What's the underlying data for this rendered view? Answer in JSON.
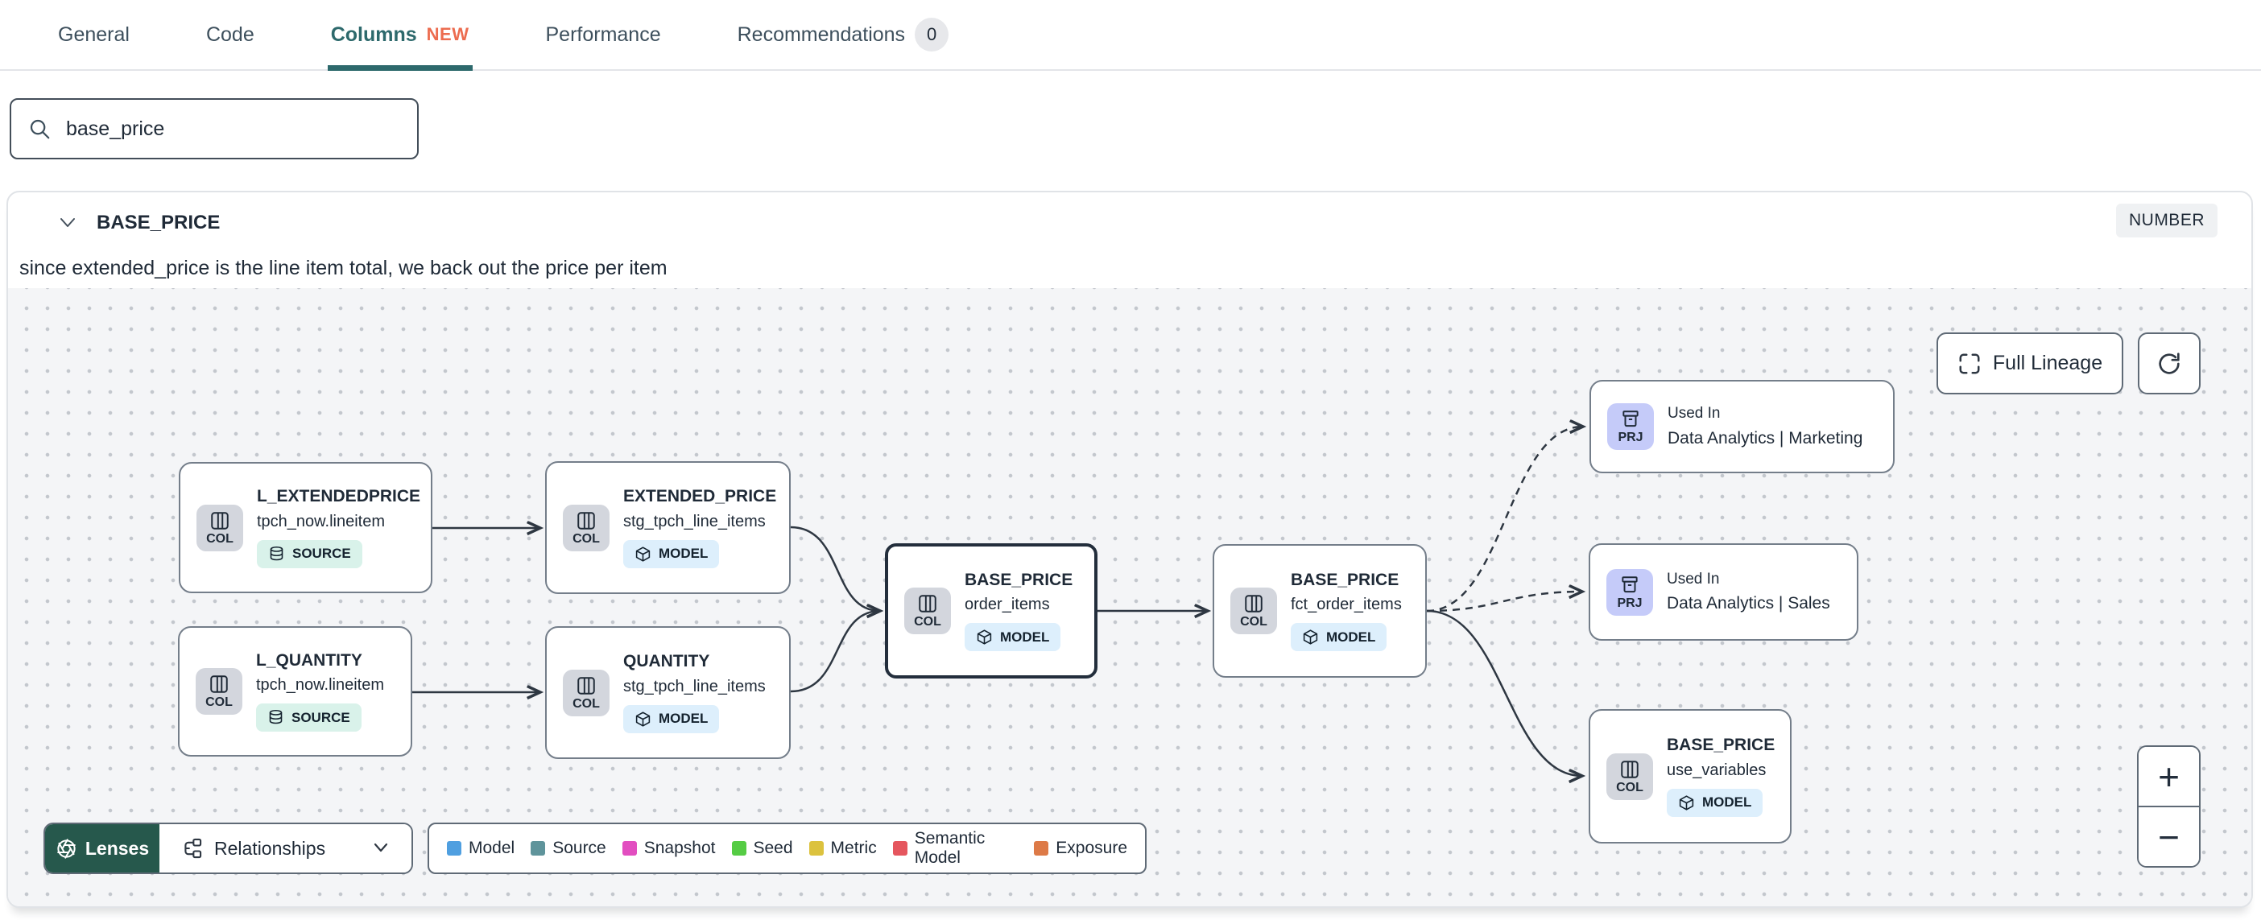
{
  "tabs": {
    "items": [
      {
        "label": "General"
      },
      {
        "label": "Code"
      },
      {
        "label": "Columns",
        "badge": "NEW"
      },
      {
        "label": "Performance"
      },
      {
        "label": "Recommendations",
        "count": "0"
      }
    ]
  },
  "search": {
    "value": "base_price"
  },
  "column_panel": {
    "name": "BASE_PRICE",
    "type": "NUMBER",
    "description": "since extended_price is the line item total, we back out the price per item"
  },
  "lineage": {
    "toolbar": {
      "full_lineage": "Full Lineage"
    },
    "controls": {
      "lenses": "Lenses",
      "relationships": "Relationships",
      "zoom_in": "+",
      "zoom_out": "−"
    },
    "nodes": [
      {
        "title": "L_EXTENDEDPRICE",
        "subtitle": "tpch_now.lineitem",
        "type_label": "COL",
        "badge": "SOURCE"
      },
      {
        "title": "EXTENDED_PRICE",
        "subtitle": "stg_tpch_line_items",
        "type_label": "COL",
        "badge": "MODEL"
      },
      {
        "title": "L_QUANTITY",
        "subtitle": "tpch_now.lineitem",
        "type_label": "COL",
        "badge": "SOURCE"
      },
      {
        "title": "QUANTITY",
        "subtitle": "stg_tpch_line_items",
        "type_label": "COL",
        "badge": "MODEL"
      },
      {
        "title": "BASE_PRICE",
        "subtitle": "order_items",
        "type_label": "COL",
        "badge": "MODEL"
      },
      {
        "title": "BASE_PRICE",
        "subtitle": "fct_order_items",
        "type_label": "COL",
        "badge": "MODEL"
      },
      {
        "title": "Used In",
        "subtitle": "Data Analytics | Marketing",
        "type_label": "PRJ"
      },
      {
        "title": "Used In",
        "subtitle": "Data Analytics | Sales",
        "type_label": "PRJ"
      },
      {
        "title": "BASE_PRICE",
        "subtitle": "use_variables",
        "type_label": "COL",
        "badge": "MODEL"
      }
    ],
    "legend": [
      {
        "label": "Model",
        "color": "#4f9fe0"
      },
      {
        "label": "Source",
        "color": "#5f949b"
      },
      {
        "label": "Snapshot",
        "color": "#e24ec0"
      },
      {
        "label": "Seed",
        "color": "#55cc44"
      },
      {
        "label": "Metric",
        "color": "#dcc23e"
      },
      {
        "label": "Semantic Model",
        "color": "#e5565e"
      },
      {
        "label": "Exposure",
        "color": "#dd7a47"
      }
    ],
    "colors": {
      "accent_teal": "#2d696c",
      "new_badge": "#ec6c4f",
      "lenses_bg": "#26584c",
      "model_badge_bg": "#ddeffc",
      "source_badge_bg": "#d9f2ea",
      "col_chip_bg": "#d3d6dd",
      "prj_chip_bg": "#c5cbf9"
    }
  }
}
